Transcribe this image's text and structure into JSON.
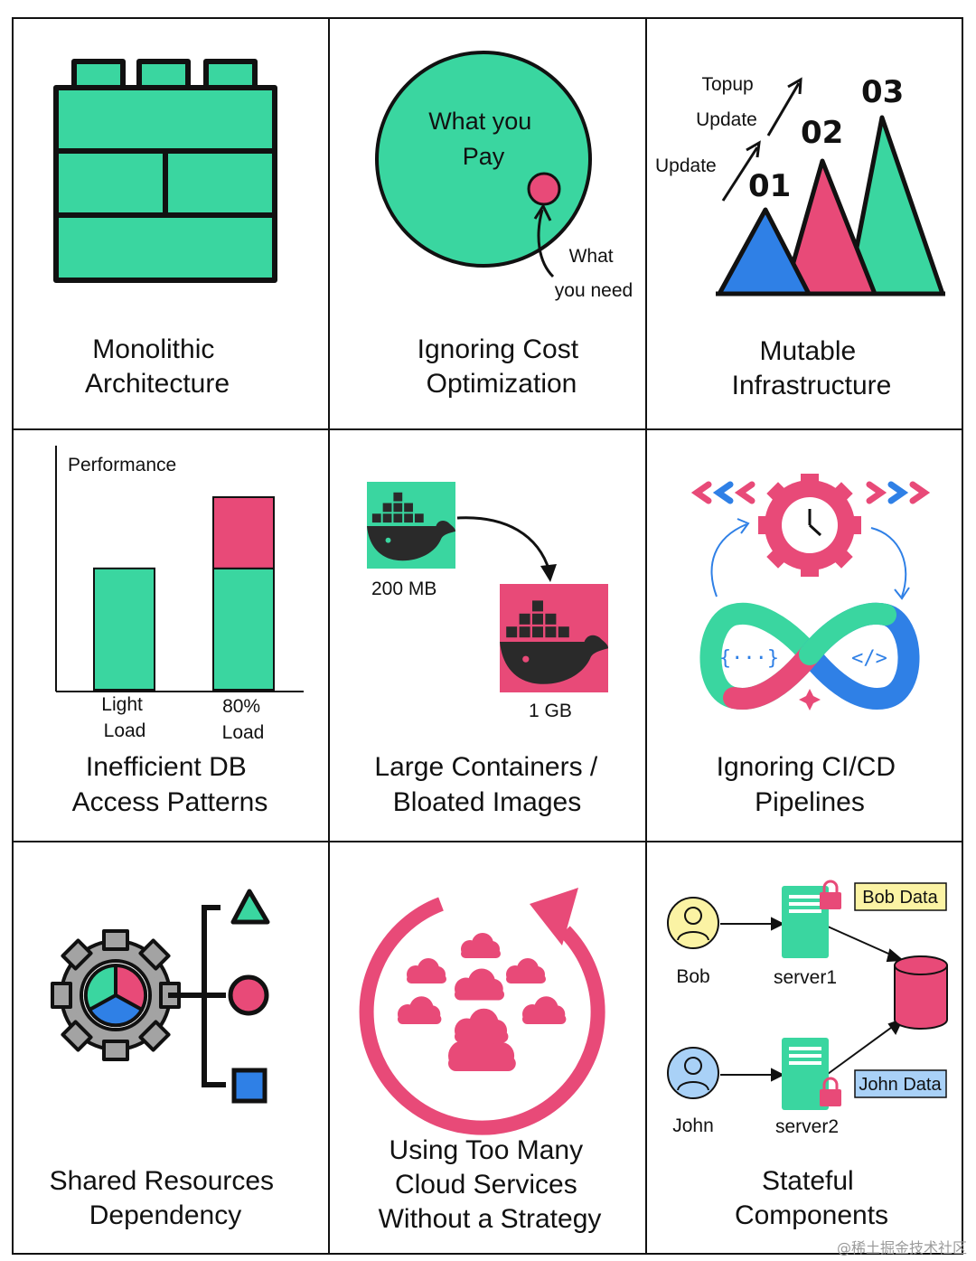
{
  "colors": {
    "green": "#3ad6a0",
    "pink": "#e84a78",
    "blue": "#2f80e6",
    "yellow": "#fbf3a4",
    "light_blue": "#a9d1f7",
    "gray": "#a3a3a3",
    "ink": "#111111"
  },
  "cells": [
    {
      "id": "monolithic",
      "title_lines": [
        "Monolithic",
        "Architecture"
      ],
      "icon": "lego-brick-icon"
    },
    {
      "id": "cost",
      "title_lines": [
        "Ignoring Cost",
        "Optimization"
      ],
      "icon": "cost-circle-icon",
      "big_label_lines": [
        "What you",
        "Pay"
      ],
      "small_label_lines": [
        "What",
        "you need"
      ]
    },
    {
      "id": "mutable",
      "title_lines": [
        "Mutable",
        "Infrastructure"
      ],
      "icon": "mountains-icon",
      "numbers": [
        "01",
        "02",
        "03"
      ],
      "arrow_labels": [
        "Update",
        "Topup",
        "Update"
      ]
    },
    {
      "id": "db",
      "title_lines": [
        "Inefficient DB",
        "Access Patterns"
      ],
      "icon": "bar-chart-icon",
      "chart_data": {
        "type": "bar",
        "ylabel": "Performance",
        "categories": [
          "Light Load",
          "80% Load"
        ],
        "category_lines": [
          [
            "Light",
            "Load"
          ],
          [
            "80%",
            "Load"
          ]
        ],
        "series": [
          {
            "values": [
              0.63,
              0.63
            ]
          },
          {
            "values": [
              0,
              0.37
            ]
          }
        ],
        "ylim": [
          0,
          1
        ]
      }
    },
    {
      "id": "containers",
      "title_lines": [
        "Large Containers /",
        "Bloated Images"
      ],
      "icon": "docker-whale-icon",
      "small_size": "200 MB",
      "large_size": "1 GB"
    },
    {
      "id": "cicd",
      "title_lines": [
        "Ignoring CI/CD",
        "Pipelines"
      ],
      "icon": "devops-infinity-icon",
      "left_glyph": "{···}",
      "right_glyph": "</>"
    },
    {
      "id": "shared",
      "title_lines": [
        "Shared Resources",
        "Dependency"
      ],
      "icon": "gear-pie-icon"
    },
    {
      "id": "cloud",
      "title_lines": [
        "Using Too Many",
        "Cloud Services",
        "Without a Strategy"
      ],
      "icon": "clouds-cycle-icon"
    },
    {
      "id": "stateful",
      "title_lines": [
        "Stateful",
        "Components"
      ],
      "icon": "servers-db-icon",
      "users": [
        "Bob",
        "John"
      ],
      "servers": [
        "server1",
        "server2"
      ],
      "data_tags": [
        "Bob Data",
        "John Data"
      ]
    }
  ],
  "watermark": "@稀土掘金技术社区"
}
